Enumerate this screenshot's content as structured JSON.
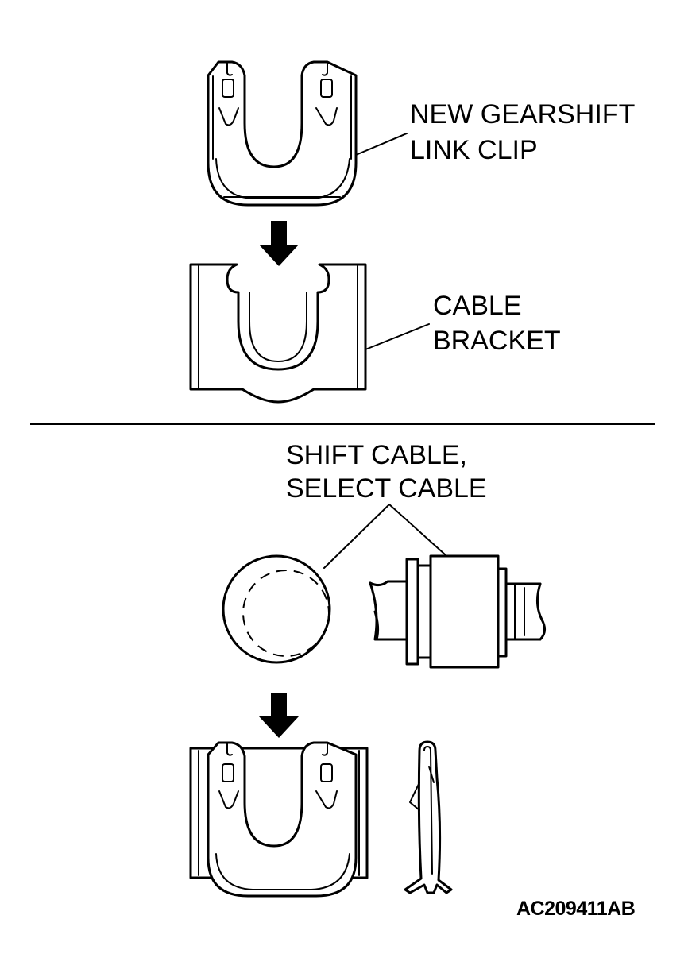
{
  "labels": {
    "new_clip_line1": "NEW GEARSHIFT",
    "new_clip_line2": "LINK CLIP",
    "bracket_line1": "CABLE",
    "bracket_line2": "BRACKET",
    "cable_line1": "SHIFT CABLE,",
    "cable_line2": "SELECT CABLE"
  },
  "figure_code": "AC209411AB"
}
